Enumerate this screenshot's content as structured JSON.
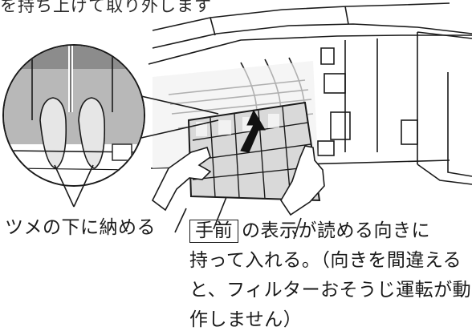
{
  "top_text": "を持ち上げて取り外します",
  "callout_left": "ツメの下に納める",
  "note": {
    "boxed_label": "手前",
    "line1_rest": "の表示が読める向きに",
    "line2": "持って入れる。（向きを間違える",
    "line3": "と、フィルターおそうじ運転が動",
    "line4": "作しません）"
  },
  "colors": {
    "line": "#1a1a1a",
    "unit_fill": "#f4f4f4",
    "shadow_gray": "#b8b8b8",
    "filter_fill": "#d9d9d9",
    "arrow": "#111111"
  }
}
